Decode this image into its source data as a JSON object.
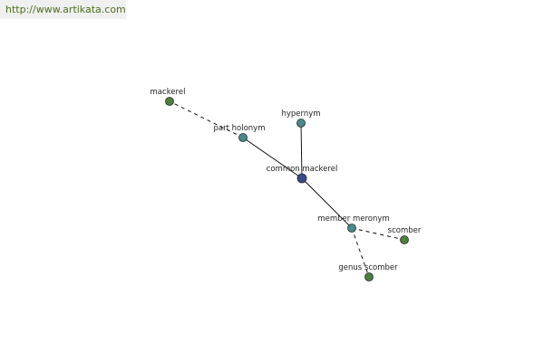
{
  "header": {
    "site_url": "http://www.artikata.com"
  },
  "colors": {
    "center_node": "#3b4a8a",
    "relation_node": "#4a8a8a",
    "leaf_node": "#4f7f3f",
    "node_stroke": "#1e2a2a",
    "edge": "#000000"
  },
  "graph": {
    "nodes": [
      {
        "id": "center",
        "label": "common mackerel",
        "kind": "center"
      },
      {
        "id": "hypernym",
        "label": "hypernym",
        "kind": "relation"
      },
      {
        "id": "part-holonym",
        "label": "part holonym",
        "kind": "relation"
      },
      {
        "id": "member-meronym",
        "label": "member meronym",
        "kind": "relation"
      },
      {
        "id": "mackerel",
        "label": "mackerel",
        "kind": "leaf"
      },
      {
        "id": "scomber",
        "label": "scomber",
        "kind": "leaf"
      },
      {
        "id": "genus-scomber",
        "label": "genus scomber",
        "kind": "leaf"
      }
    ],
    "edges": [
      {
        "from": "center",
        "to": "hypernym",
        "style": "solid"
      },
      {
        "from": "center",
        "to": "part-holonym",
        "style": "solid"
      },
      {
        "from": "center",
        "to": "member-meronym",
        "style": "solid"
      },
      {
        "from": "part-holonym",
        "to": "mackerel",
        "style": "dashed"
      },
      {
        "from": "member-meronym",
        "to": "scomber",
        "style": "dashed"
      },
      {
        "from": "member-meronym",
        "to": "genus-scomber",
        "style": "dashed"
      }
    ]
  }
}
